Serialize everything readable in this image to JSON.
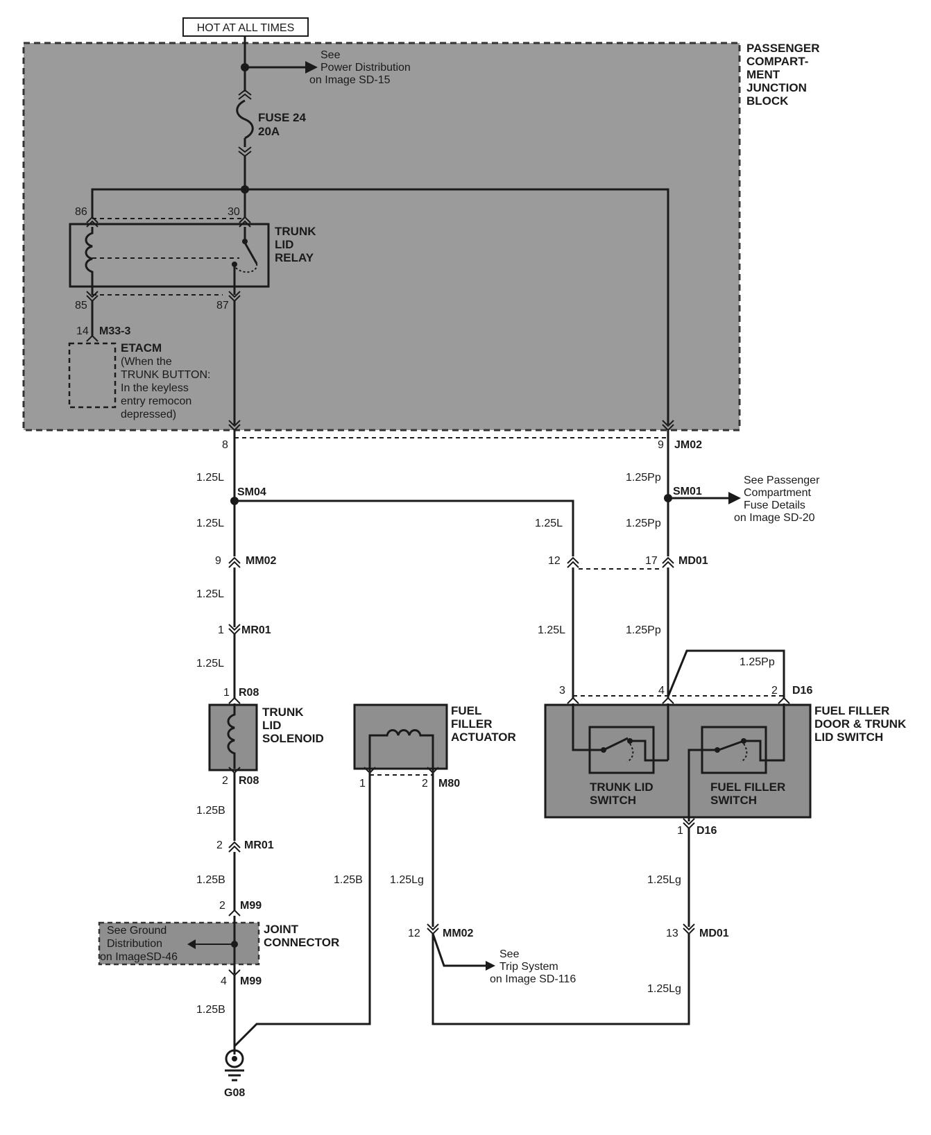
{
  "header": {
    "hot_label": "HOT AT ALL TIMES"
  },
  "junction_block": {
    "name": [
      "PASSENGER",
      "COMPART-",
      "MENT",
      "JUNCTION",
      "BLOCK"
    ],
    "power_ref": [
      "See",
      "Power Distribution",
      "on Image SD-15"
    ],
    "fuse": [
      "FUSE 24",
      "20A"
    ]
  },
  "relay": {
    "name": [
      "TRUNK",
      "LID",
      "RELAY"
    ],
    "pins": {
      "p86": "86",
      "p30": "30",
      "p85": "85",
      "p87": "87"
    }
  },
  "etacm": {
    "pin": "14",
    "connector": "M33-3",
    "title": "ETACM",
    "note": [
      "(When the",
      "TRUNK BUTTON:",
      "In the keyless",
      "entry remocon",
      "depressed)"
    ]
  },
  "jm02": {
    "left_pin": "8",
    "right_pin": "9",
    "name": "JM02"
  },
  "left_branch": {
    "wire_a": "1.25L",
    "wire_b": "1.25L",
    "wire_c": "1.25L",
    "wire_d": "1.25L",
    "splice": "SM04",
    "mm02_pin": "9",
    "mm02": "MM02",
    "mr01_pin": "1",
    "mr01": "MR01",
    "r08_top_pin": "1",
    "r08_top": "R08",
    "solenoid": [
      "TRUNK",
      "LID",
      "SOLENOID"
    ],
    "r08_bot_pin": "2",
    "r08_bot": "R08",
    "wire_e": "1.25B",
    "mr01b_pin": "2",
    "mr01b": "MR01",
    "wire_f": "1.25B",
    "m99_top_pin": "2",
    "m99_top": "M99",
    "joint_connector": [
      "JOINT",
      "CONNECTOR"
    ],
    "ground_ref": [
      "See Ground",
      "Distribution",
      "on ImageSD-46"
    ],
    "m99_bot_pin": "4",
    "m99_bot": "M99",
    "wire_g": "1.25B",
    "ground": "G08"
  },
  "right_branch": {
    "wire_pp_a": "1.25Pp",
    "splice": "SM01",
    "fuse_ref": [
      "See Passenger",
      "Compartment",
      "Fuse Details",
      "on Image SD-20"
    ],
    "wire_l_a": "1.25L",
    "wire_pp_b": "1.25Pp",
    "md01_left_pin": "12",
    "md01_right_pin": "17",
    "md01": "MD01",
    "wire_l_b": "1.25L",
    "wire_pp_c": "1.25Pp",
    "wire_pp_d": "1.25Pp",
    "d16_pin3": "3",
    "d16_pin4": "4",
    "d16_pin2": "2",
    "d16": "D16",
    "switch_name": [
      "FUEL FILLER",
      "DOOR & TRUNK",
      "LID SWITCH"
    ],
    "trunk_switch": [
      "TRUNK LID",
      "SWITCH"
    ],
    "fuel_switch": [
      "FUEL FILLER",
      "SWITCH"
    ],
    "d16b_pin": "1",
    "d16b": "D16",
    "wire_lg_a": "1.25Lg",
    "md01b_pin": "13",
    "md01b": "MD01",
    "wire_lg_b": "1.25Lg"
  },
  "actuator": {
    "name": [
      "FUEL",
      "FILLER",
      "ACTUATOR"
    ],
    "pin1": "1",
    "pin2": "2",
    "connector": "M80",
    "wire_b": "1.25B",
    "wire_lg": "1.25Lg",
    "mm02_pin": "12",
    "mm02": "MM02",
    "trip_ref": [
      "See",
      "Trip System",
      "on Image SD-116"
    ]
  }
}
